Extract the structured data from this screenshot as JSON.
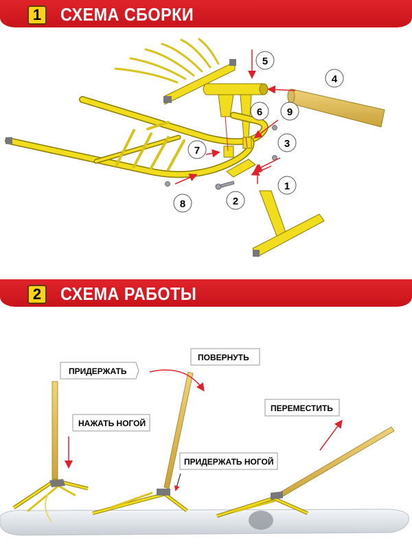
{
  "sections": [
    {
      "number": "1",
      "title": "СХЕМА СБОРКИ"
    },
    {
      "number": "2",
      "title": "СХЕМА РАБОТЫ"
    }
  ],
  "callouts": [
    "1",
    "2",
    "3",
    "4",
    "5",
    "6",
    "7",
    "8",
    "9"
  ],
  "labels": {
    "hold": "ПРИДЕРЖАТЬ",
    "turn": "ПОВЕРНУТЬ",
    "press_foot": "НАЖАТЬ НОГОЙ",
    "hold_foot": "ПРИДЕРЖАТЬ НОГОЙ",
    "move": "ПЕРЕМЕСТИТЬ"
  },
  "colors": {
    "banner_red": "#d31a21",
    "frame_yellow": "#f2dc1e",
    "handle_wood": "#e6c55a",
    "arrow_red": "#e0202a"
  }
}
